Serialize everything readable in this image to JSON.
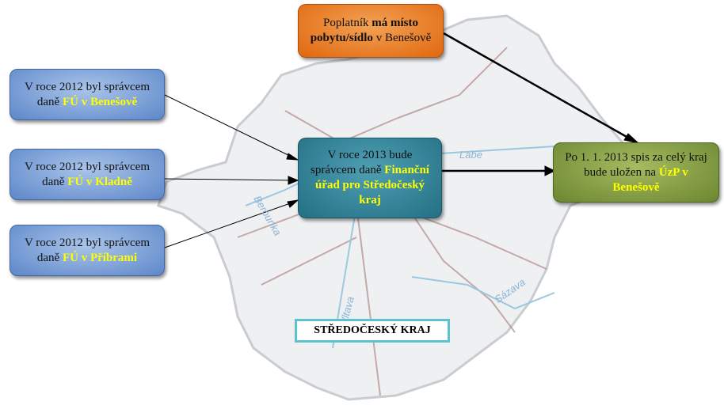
{
  "top_box": {
    "pre": "Poplatník ",
    "bold": "má místo pobytu/sídlo",
    "post": " v Benešově"
  },
  "left_boxes": [
    {
      "text": "V roce 2012 byl správcem daně ",
      "highlight": "FÚ v Benešově"
    },
    {
      "text": "V roce 2012 byl správcem daně ",
      "highlight": "FÚ v Kladně"
    },
    {
      "text": "V roce 2012 byl správcem daně ",
      "highlight": "FÚ v Příbrami"
    }
  ],
  "center_box": {
    "text": "V roce 2013 bude správcem daně ",
    "highlight": "Finanční úřad pro Středočeský kraj"
  },
  "right_box": {
    "text": "Po 1. 1. 2013 spis za celý kraj bude uložen na ",
    "highlight": "ÚzP v Benešově"
  },
  "region_label": "STŘEDOČESKÝ KRAJ",
  "rivers": [
    "Labe",
    "Berounka",
    "Vltava",
    "Sázava"
  ]
}
